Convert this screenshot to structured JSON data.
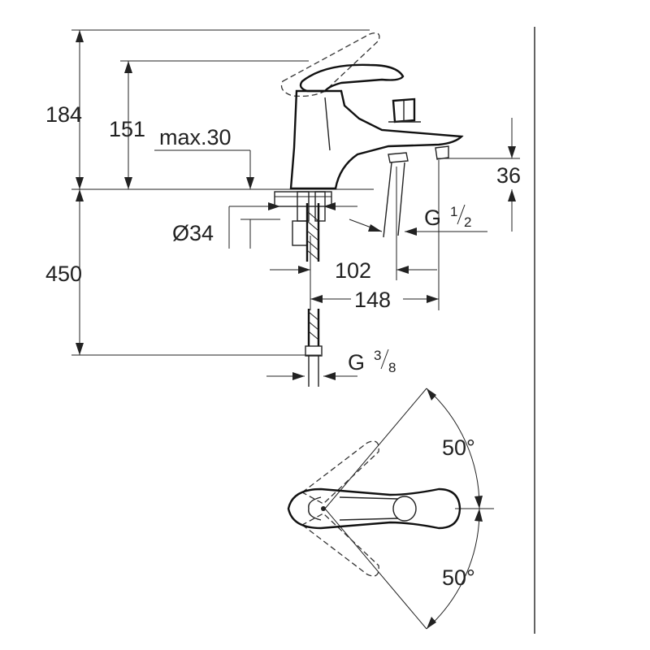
{
  "dims": {
    "h184": "184",
    "h151": "151",
    "max30": "max.30",
    "d36": "36",
    "dia34": "Ø34",
    "h450": "450",
    "d102": "102",
    "d148": "148",
    "g12_base": "G",
    "g12_num": "1",
    "g12_den": "2",
    "g38_base": "G",
    "g38_num": "3",
    "g38_den": "8",
    "angle_top": "50°",
    "angle_bottom": "50°"
  }
}
